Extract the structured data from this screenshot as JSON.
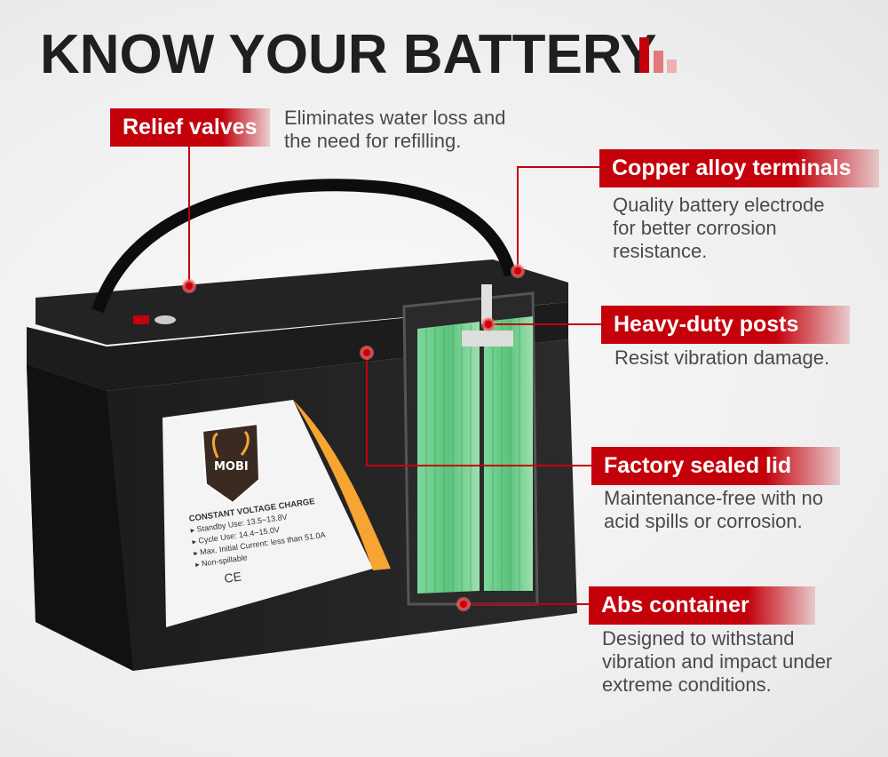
{
  "title": "KNOW YOUR BATTERY",
  "accent_color": "#c4000b",
  "callouts": [
    {
      "label": "Relief valves",
      "description": "Eliminates water loss and\nthe need for refilling."
    },
    {
      "label": "Copper alloy terminals",
      "description": "Quality battery electrode\nfor better corrosion\nresistance."
    },
    {
      "label": "Heavy-duty posts",
      "description": "Resist vibration damage."
    },
    {
      "label": "Factory sealed lid",
      "description": "Maintenance-free with no\nacid spills or corrosion."
    },
    {
      "label": "Abs container",
      "description": "Designed to withstand\nvibration and impact under\nextreme conditions."
    }
  ],
  "battery_label": {
    "brand": "MOBI",
    "heading": "CONSTANT VOLTAGE CHARGE",
    "specs": [
      "Standby Use: 13.5~13.8V",
      "Cycle Use: 14.4~15.0V",
      "Max. Initial Current: less than 51.0A",
      "Non-spillable"
    ],
    "marks": [
      "CE"
    ]
  }
}
